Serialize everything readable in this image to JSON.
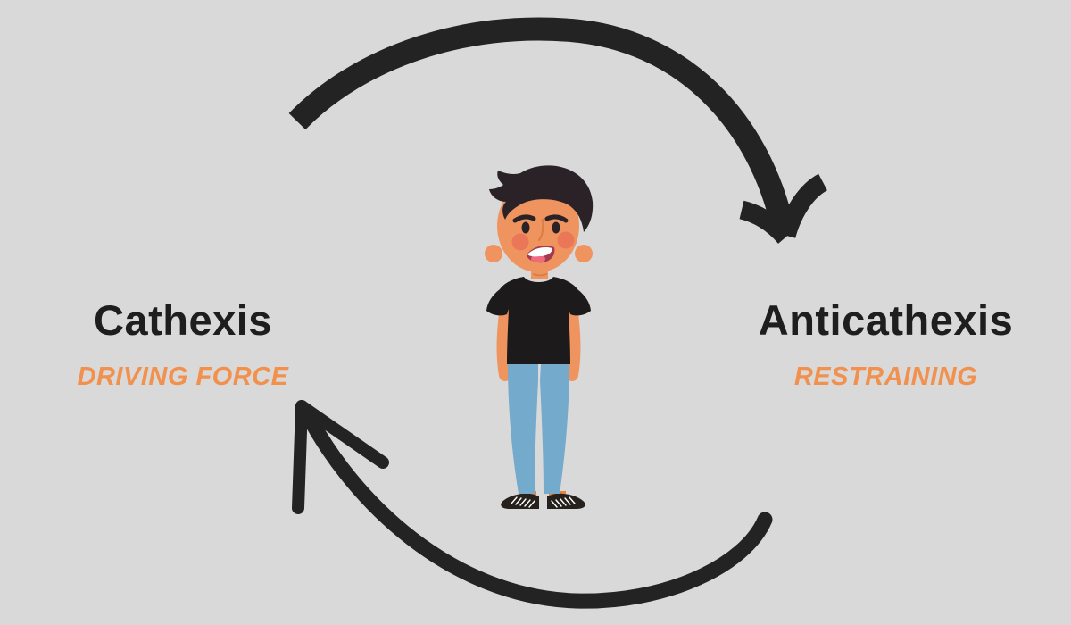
{
  "diagram": {
    "left_label": {
      "title": "Cathexis",
      "subtitle": "DRIVING FORCE"
    },
    "right_label": {
      "title": "Anticathexis",
      "subtitle": "RESTRAINING"
    },
    "figure": {
      "name": "cartoon-man",
      "description": "Smiling man standing in black t-shirt, blue jeans and dark shoes"
    },
    "arrows": {
      "top": "clockwise-arc-arrow",
      "bottom": "counter-clockwise-arc-arrow"
    },
    "colors": {
      "background": "#D9D9D9",
      "arrow": "#232323",
      "title-text": "#1E1E1E",
      "subtitle-text": "#F2914D",
      "skin": "#F0945F",
      "skin-line": "#DB7E44",
      "hair": "#2A2226",
      "shirt": "#1D1A1B",
      "jeans": "#74AACC",
      "shoes": "#27211D",
      "cheek": "#E96F56",
      "mouth": "#A53950",
      "teeth": "#FFFFFF",
      "tongue": "#EE6A7C",
      "ankle": "#E8823F"
    }
  }
}
